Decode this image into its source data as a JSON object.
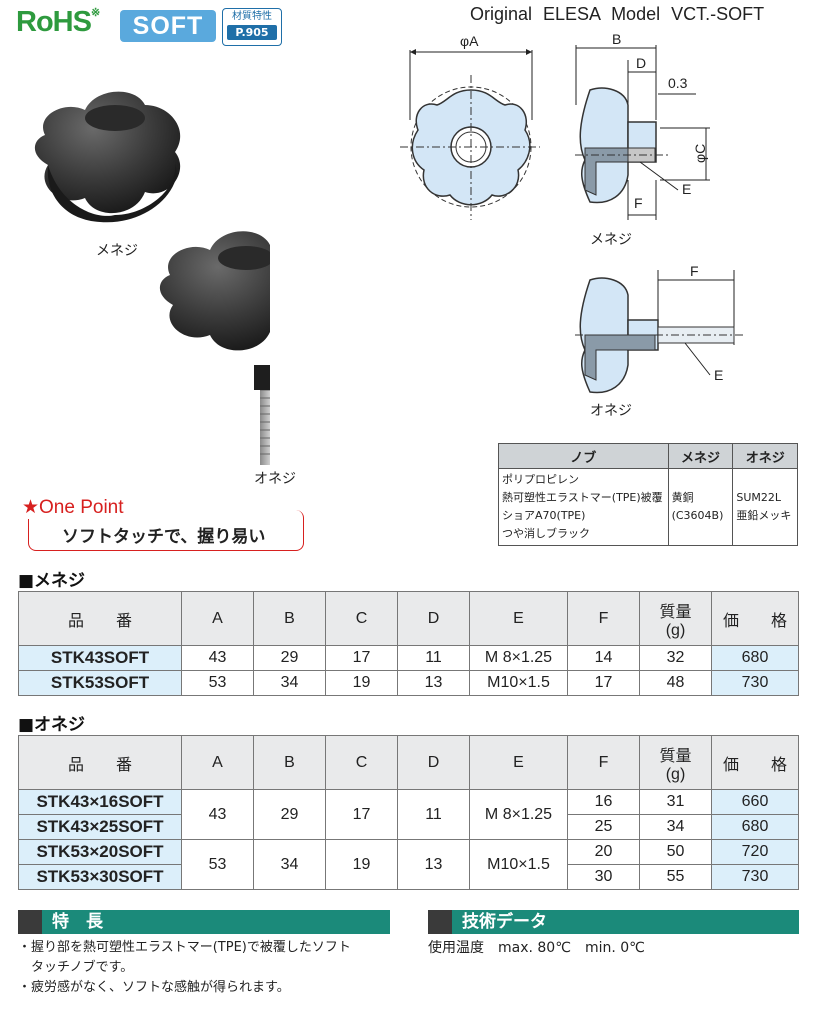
{
  "header": {
    "rohs": "RoHS",
    "rohs_mark": "※",
    "soft": "SOFT",
    "material_label": "材質特性",
    "material_page": "P.905",
    "original": "Original ELESA Model VCT.-SOFT"
  },
  "photos": {
    "female_caption": "メネジ",
    "male_caption": "オネジ"
  },
  "diagram": {
    "labels": {
      "phiA": "φA",
      "B": "B",
      "D": "D",
      "d03": "0.3",
      "phiC": "φC",
      "E": "E",
      "F": "F"
    },
    "female_caption": "メネジ",
    "male_caption": "オネジ"
  },
  "spec_table": {
    "headers": [
      "ノブ",
      "メネジ",
      "オネジ"
    ],
    "knob": [
      "ポリプロピレン",
      "熱可塑性エラストマー(TPE)被覆",
      "ショアA70(TPE)",
      "つや消しブラック"
    ],
    "female": [
      "黄銅",
      "(C3604B)"
    ],
    "male": [
      "SUM22L",
      "亜鉛メッキ"
    ]
  },
  "one_point": {
    "title": "★One Point",
    "text": "ソフトタッチで、握り易い"
  },
  "female_table": {
    "title": "■メネジ",
    "headers": [
      "品　　番",
      "A",
      "B",
      "C",
      "D",
      "E",
      "F",
      "質量",
      "(g)",
      "価　　格"
    ],
    "rows": [
      [
        "STK43SOFT",
        "43",
        "29",
        "17",
        "11",
        "M 8×1.25",
        "14",
        "32",
        "680"
      ],
      [
        "STK53SOFT",
        "53",
        "34",
        "19",
        "13",
        "M10×1.5",
        "17",
        "48",
        "730"
      ]
    ]
  },
  "male_table": {
    "title": "■オネジ",
    "headers": [
      "品　　番",
      "A",
      "B",
      "C",
      "D",
      "E",
      "F",
      "質量",
      "(g)",
      "価　　格"
    ],
    "rows": [
      [
        "STK43×16SOFT",
        "16",
        "31",
        "660"
      ],
      [
        "STK43×25SOFT",
        "25",
        "34",
        "680"
      ],
      [
        "STK53×20SOFT",
        "20",
        "50",
        "720"
      ],
      [
        "STK53×30SOFT",
        "30",
        "55",
        "730"
      ]
    ],
    "group1": [
      "43",
      "29",
      "17",
      "11",
      "M 8×1.25"
    ],
    "group2": [
      "53",
      "34",
      "19",
      "13",
      "M10×1.5"
    ]
  },
  "features": {
    "title": "特　長",
    "items": [
      "・握り部を熱可塑性エラストマー(TPE)で被覆したソフト",
      "　タッチノブです。",
      "・疲労感がなく、ソフトな感触が得られます。"
    ]
  },
  "tech": {
    "title": "技術データ",
    "text": "使用温度　max. 80℃　min. 0℃"
  },
  "colors": {
    "accent_green": "#1b8a7a",
    "red": "#d7201f",
    "light_blue": "#dceffa"
  }
}
